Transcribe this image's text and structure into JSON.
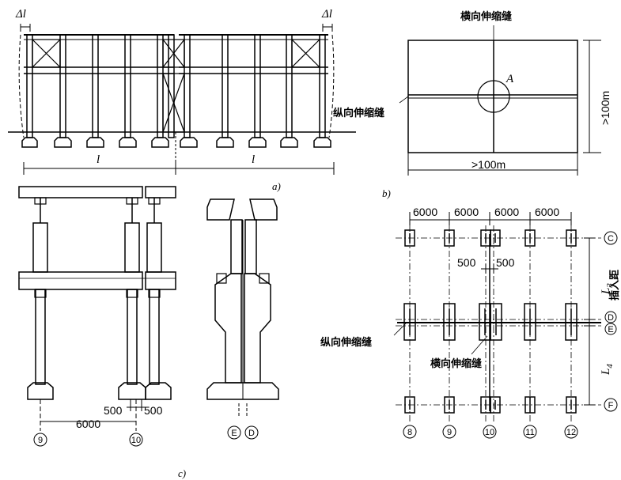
{
  "panel_a": {
    "caption": "a)",
    "delta_left": "Δl",
    "delta_right": "Δl",
    "span_left": "l",
    "span_right": "l"
  },
  "panel_b": {
    "caption": "b)",
    "transverse_joint": "横向伸缩缝",
    "longitudinal_joint": "纵向伸缩缝",
    "point": "A",
    "height_dim": ">100m",
    "width_dim": ">100m"
  },
  "panel_c": {
    "caption": "c)",
    "dim_500_left": "500",
    "dim_500_right": "500",
    "dim_6000": "6000",
    "axis_left": "9",
    "axis_right": "10",
    "axis_e": "E",
    "axis_d": "D"
  },
  "panel_plan": {
    "spacing": [
      "6000",
      "6000",
      "6000",
      "6000"
    ],
    "dim_500_left": "500",
    "dim_500_right": "500",
    "l3": "L",
    "l3_sub": "3",
    "l4": "L",
    "l4_sub": "4",
    "insert_distance": "插入距",
    "longitudinal_joint": "纵向伸缩缝",
    "transverse_joint": "横向伸缩缝",
    "axes_bottom": [
      "8",
      "9",
      "10",
      "11",
      "12"
    ],
    "axes_right": [
      "C",
      "D",
      "E",
      "F"
    ]
  }
}
